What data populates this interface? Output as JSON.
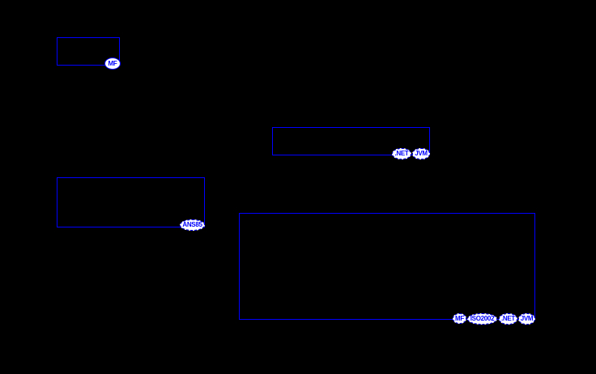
{
  "diagram": {
    "colors": {
      "background": "#000000",
      "stroke": "#0000ff",
      "badge_fill": "#ffffff",
      "badge_text": "#0000ff"
    },
    "boxes": [
      {
        "id": "box-1",
        "badges": [
          {
            "label": "MF",
            "border": "solid"
          }
        ]
      },
      {
        "id": "box-2",
        "badges": [
          {
            "label": ".NET",
            "border": "dashed"
          },
          {
            "label": "JVM",
            "border": "dashed"
          }
        ]
      },
      {
        "id": "box-3",
        "badges": [
          {
            "label": "ANS85",
            "border": "dashed"
          }
        ]
      },
      {
        "id": "box-4",
        "badges": [
          {
            "label": "MF",
            "border": "dashed"
          },
          {
            "label": "ISO2002",
            "border": "dashed"
          },
          {
            "label": ".NET",
            "border": "dashed"
          },
          {
            "label": "JVM",
            "border": "dashed"
          }
        ]
      }
    ]
  }
}
